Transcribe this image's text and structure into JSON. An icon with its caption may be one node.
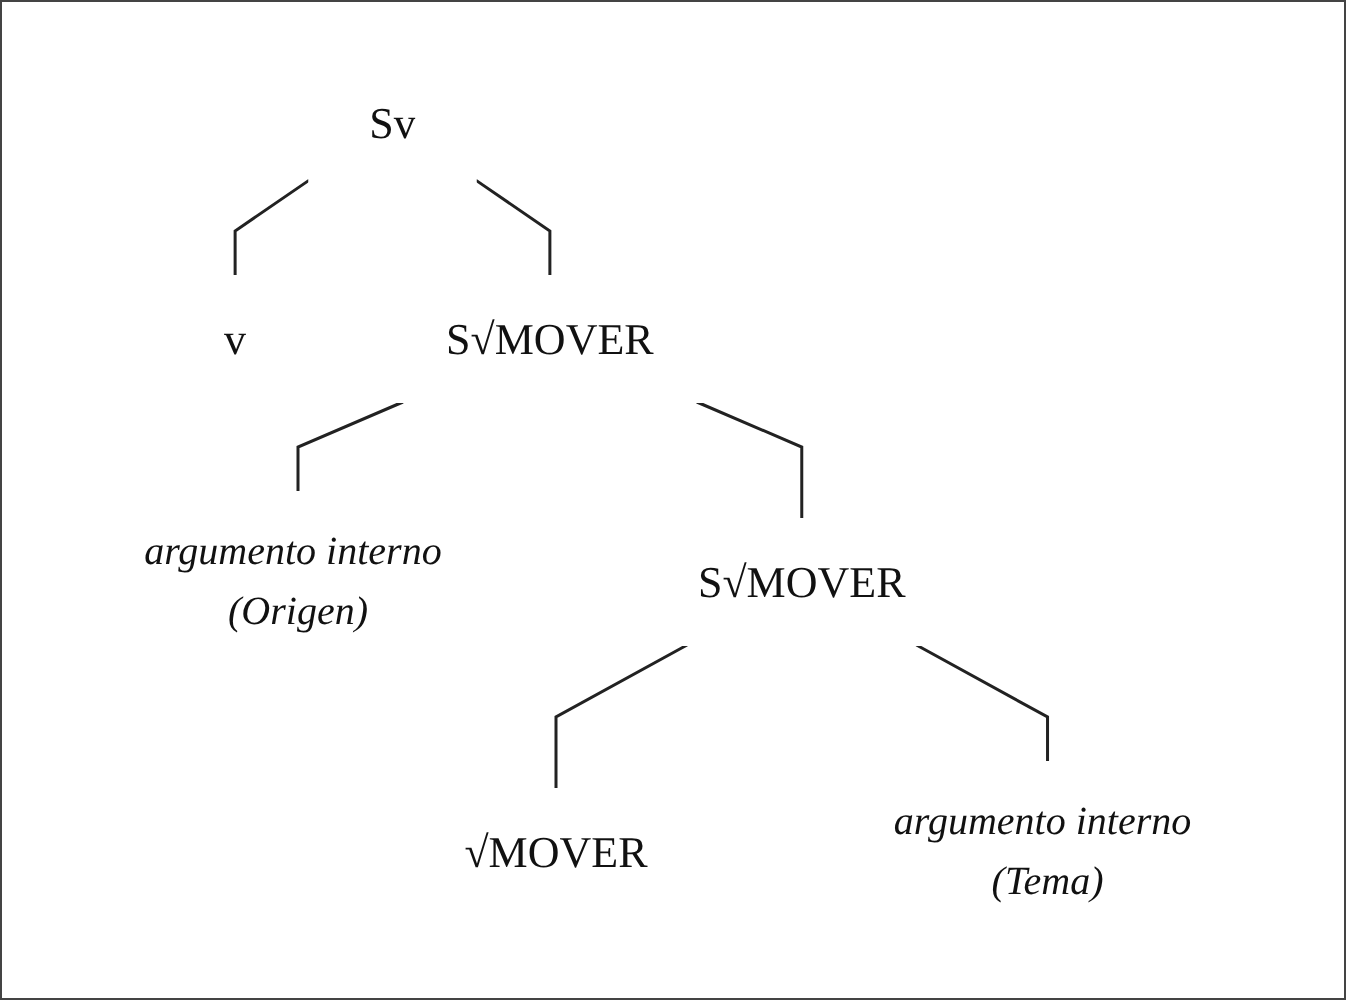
{
  "diagram": {
    "nodes": [
      {
        "text": [
          "Sv"
        ]
      },
      {
        "text": [
          "v"
        ]
      },
      {
        "text": [
          "S√MOVER"
        ]
      },
      {
        "text": [
          "argumento interno (Origen)"
        ]
      },
      {
        "text": [
          "S√MOVER"
        ]
      },
      {
        "text": [
          "√MOVER"
        ]
      },
      {
        "text": [
          "argumento interno (Tema)"
        ]
      }
    ],
    "edges": [
      {
        "from": 0,
        "to": 1,
        "arrow": "none"
      },
      {
        "from": 0,
        "to": 2,
        "arrow": "none"
      },
      {
        "from": 2,
        "to": 3,
        "arrow": "none"
      },
      {
        "from": 2,
        "to": 4,
        "arrow": "none"
      },
      {
        "from": 4,
        "to": 5,
        "arrow": "none"
      },
      {
        "from": 4,
        "to": 6,
        "arrow": "none"
      }
    ]
  }
}
